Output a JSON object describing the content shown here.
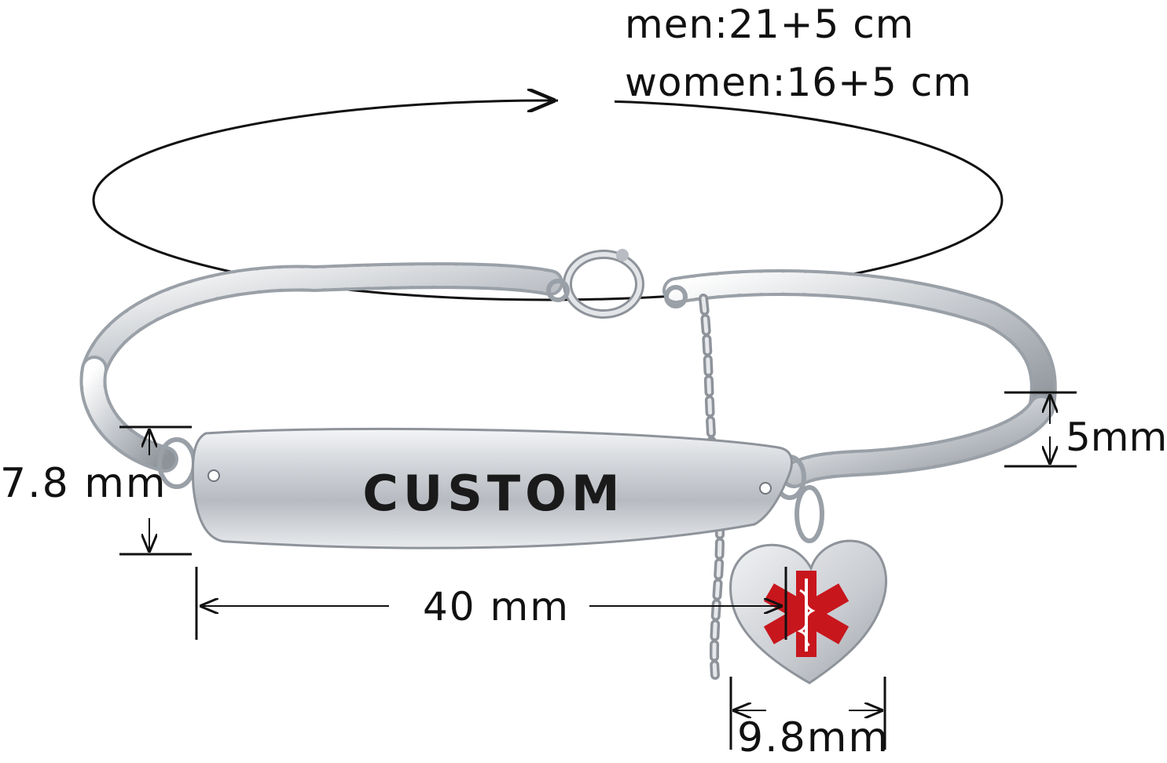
{
  "size_labels": {
    "men": "men:21+5 cm",
    "women": "women:16+5 cm"
  },
  "dimensions": {
    "bar_height": "7.8 mm",
    "bar_width": "40 mm",
    "chain_width": "5mm",
    "charm_width": "9.8mm"
  },
  "engraving": {
    "text": "CUSTOM"
  },
  "colors": {
    "metal": "#c9ccd1",
    "metal_dark": "#8b8f96",
    "enamel_red": "#c8161d",
    "ink": "#111111"
  },
  "icons": {
    "charm_symbol": "star-of-life-icon"
  }
}
